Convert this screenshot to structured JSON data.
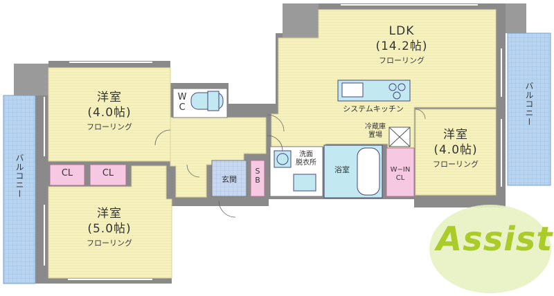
{
  "rooms": {
    "ldk": {
      "name": "LDK",
      "size": "(14.2帖)",
      "floor": "フローリング"
    },
    "western_nw": {
      "name": "洋室",
      "size": "(4.0帖)",
      "floor": "フローリング"
    },
    "western_sw": {
      "name": "洋室",
      "size": "(5.0帖)",
      "floor": "フローリング"
    },
    "western_e": {
      "name": "洋室",
      "size": "(4.0帖)",
      "floor": "フローリング"
    }
  },
  "labels": {
    "wc": "W C",
    "cl1": "CL",
    "cl2": "CL",
    "kitchen": "システムキッチン",
    "fridge": "冷蔵庫\n置場",
    "washroom": "洗面\n脱衣所",
    "bath": "浴室",
    "entrance": "玄関",
    "sb": "S B",
    "wic": "W−IN\nCL",
    "balcony_left": "バルコニー",
    "balcony_right": "バルコニー"
  },
  "logo": {
    "text": "Assist"
  },
  "colors": {
    "room_fill": "#f6f2bf",
    "room_line": "#d8d29a",
    "wall": "#8a8a8a",
    "balcony": "#b8d4ee",
    "closet": "#f6c8e2",
    "water": "#c2e8f2",
    "entrance_tile": "#c8d8f0",
    "logo_green": "#aacb2a"
  }
}
